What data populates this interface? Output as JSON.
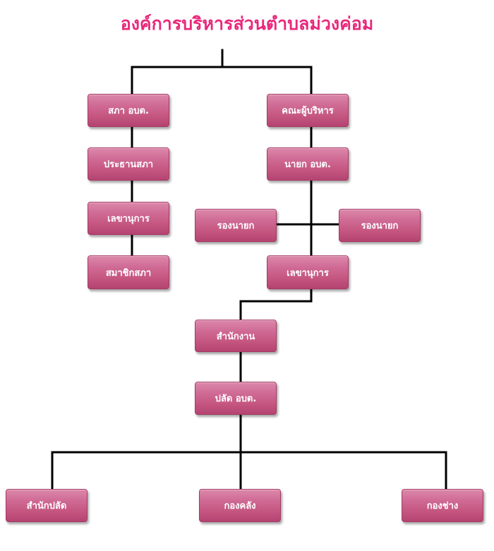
{
  "title": "องค์การบริหารส่วนตำบลม่วงค่อม",
  "nodes": {
    "council": "สภา อบต.",
    "council_chair": "ประธานสภา",
    "council_secretary": "เลขานุการ",
    "council_member": "สมาชิกสภา",
    "executive_board": "คณะผู้บริหาร",
    "mayor": "นายก อบต.",
    "deputy_mayor_left": "รองนายก",
    "deputy_mayor_right": "รองนายก",
    "mayor_secretary": "เลขานุการ",
    "office": "สำนักงาน",
    "permanent_secretary": "ปลัด อบต.",
    "office_of_secretary": "สำนักปลัด",
    "finance_division": "กองคลัง",
    "engineering_division": "กองช่าง"
  },
  "colors": {
    "title": "#e8287c",
    "box_fill": "#c4557f",
    "box_text": "#ffffff",
    "connector": "#000000"
  }
}
